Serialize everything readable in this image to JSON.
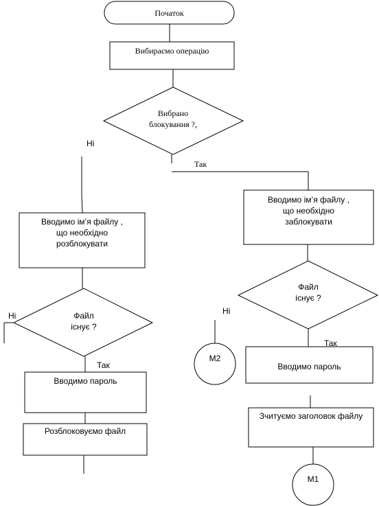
{
  "nodes": {
    "start": "Початок",
    "choose_op": "Вибираємо операцію",
    "decision_block": "Вибрано\nблокування ?,",
    "enter_name_unblock": "Вводимо ім’я файлу ,\nщо необхідно\nрозблокувати",
    "enter_name_block": "Вводимо ім’я файлу ,\nщо необхідно\nзаблокувати",
    "exists_left": "Файл\nіснує ?",
    "exists_right": "Файл\nіснує ?",
    "password_left": "Вводимо пароль",
    "password_right": "Вводимо пароль",
    "unblock_file": "Розблоковуємо файл",
    "read_header": "Зчитуємо заголовок файлу",
    "connector_m2": "М2",
    "connector_m1": "М1"
  },
  "labels": {
    "no_top": "Ні",
    "yes_top": "Так",
    "no_left": "Ні",
    "yes_left": "Так",
    "no_right": "Ні",
    "yes_right": "Так"
  }
}
